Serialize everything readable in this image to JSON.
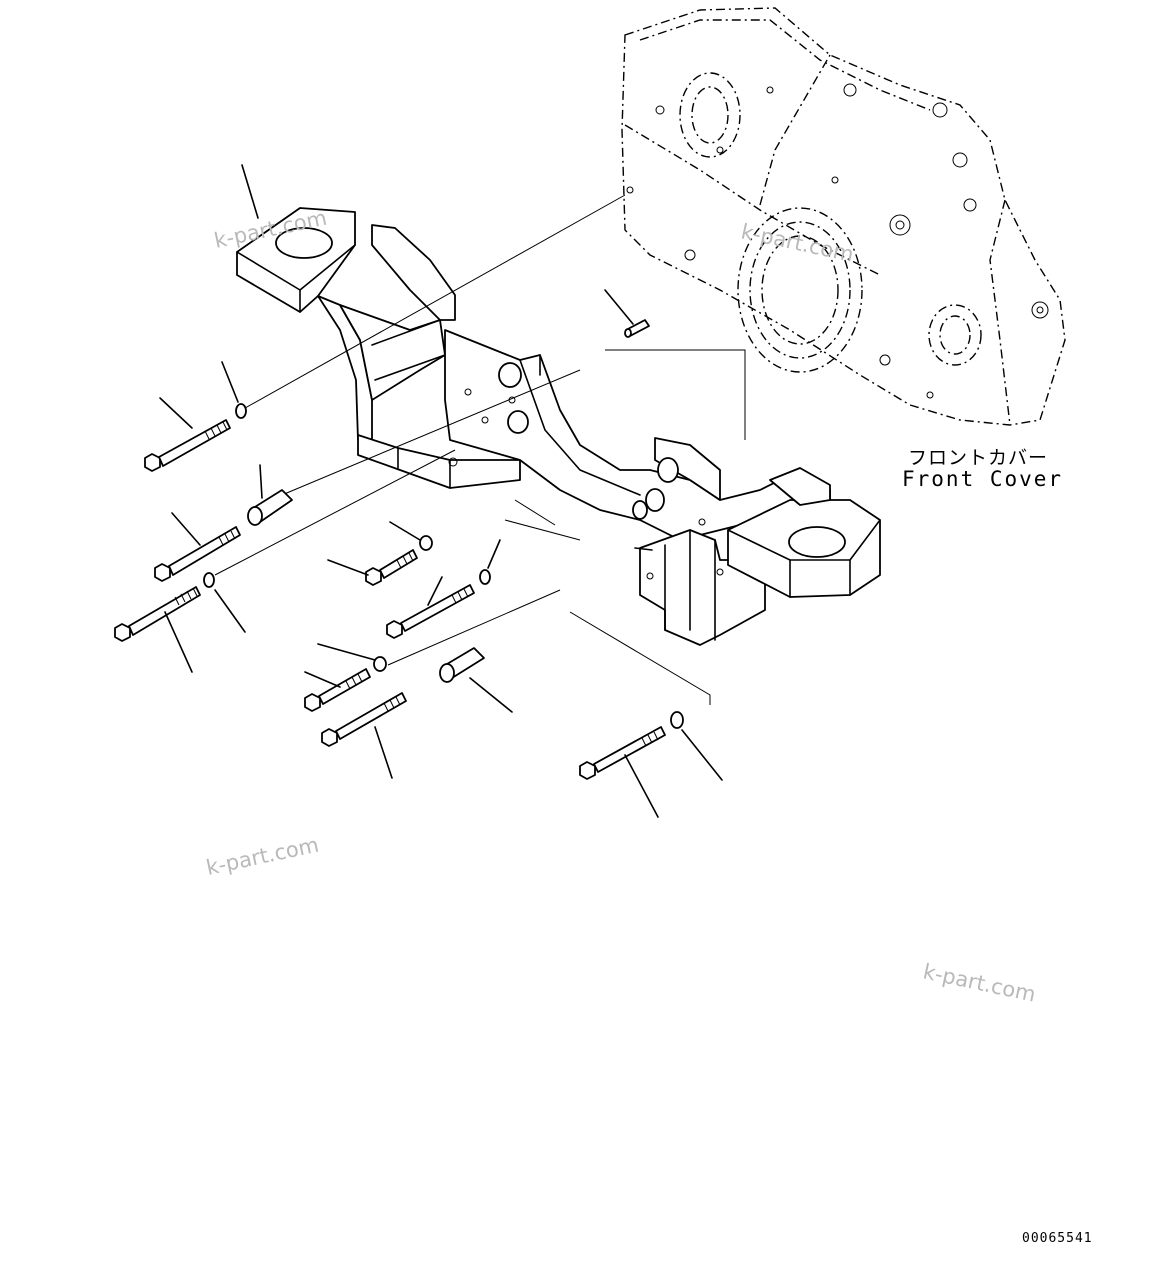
{
  "front_cover": {
    "label_jp": "フロントカバー",
    "label_en": "Front Cover"
  },
  "diagram_id": "00065541",
  "watermark": "k-part.com"
}
